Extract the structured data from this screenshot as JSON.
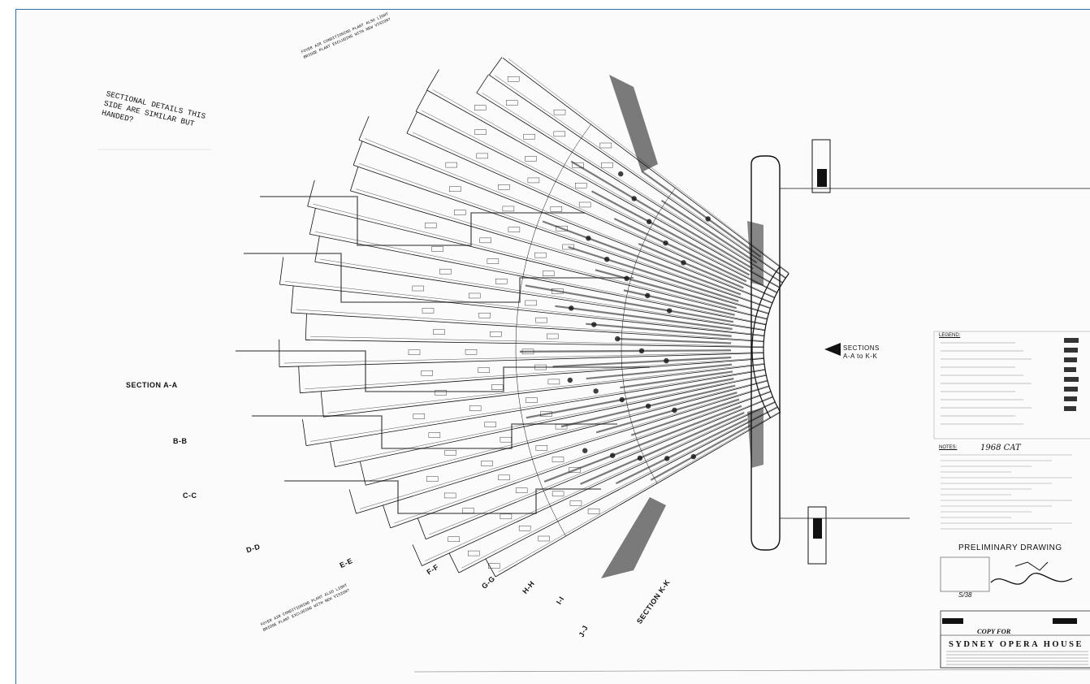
{
  "notes": {
    "sectional_details": "SECTIONAL DETAILS THIS SIDE ARE SIMILAR BUT HANDED?",
    "upper_plant": "FOYER AIR CONDITIONING PLANT ALSO LIGHT BRIDGE PLANT EXCLUDING WITH NEW VISION?",
    "lower_plant": "FOYER AIR CONDITIONING PLANT ALSO LIGHT BRIDGE PLANT EXCLUDING WITH NEW VISION?"
  },
  "section_labels": {
    "a": "SECTION A-A",
    "b": "B-B",
    "c": "C-C",
    "d": "D-D",
    "e": "E-E",
    "f": "F-F",
    "g": "G-G",
    "h": "H-H",
    "i": "I-I",
    "j": "J-J",
    "k": "SECTION K-K"
  },
  "sections_arrow": {
    "line1": "SECTIONS",
    "line2": "A-A to K-K"
  },
  "legend": {
    "title": "LEGEND:"
  },
  "notes_block": {
    "title": "NOTES:",
    "handwritten": "1968 CAT"
  },
  "title_block": {
    "prelim": "PRELIMINARY DRAWING",
    "copy_for": "COPY FOR",
    "project": "SYDNEY OPERA HOUSE",
    "sheet_ref": "S/38"
  },
  "colors": {
    "frame_border": "#2a6fa8",
    "ink": "#111111",
    "paper": "#fbfbfb"
  }
}
